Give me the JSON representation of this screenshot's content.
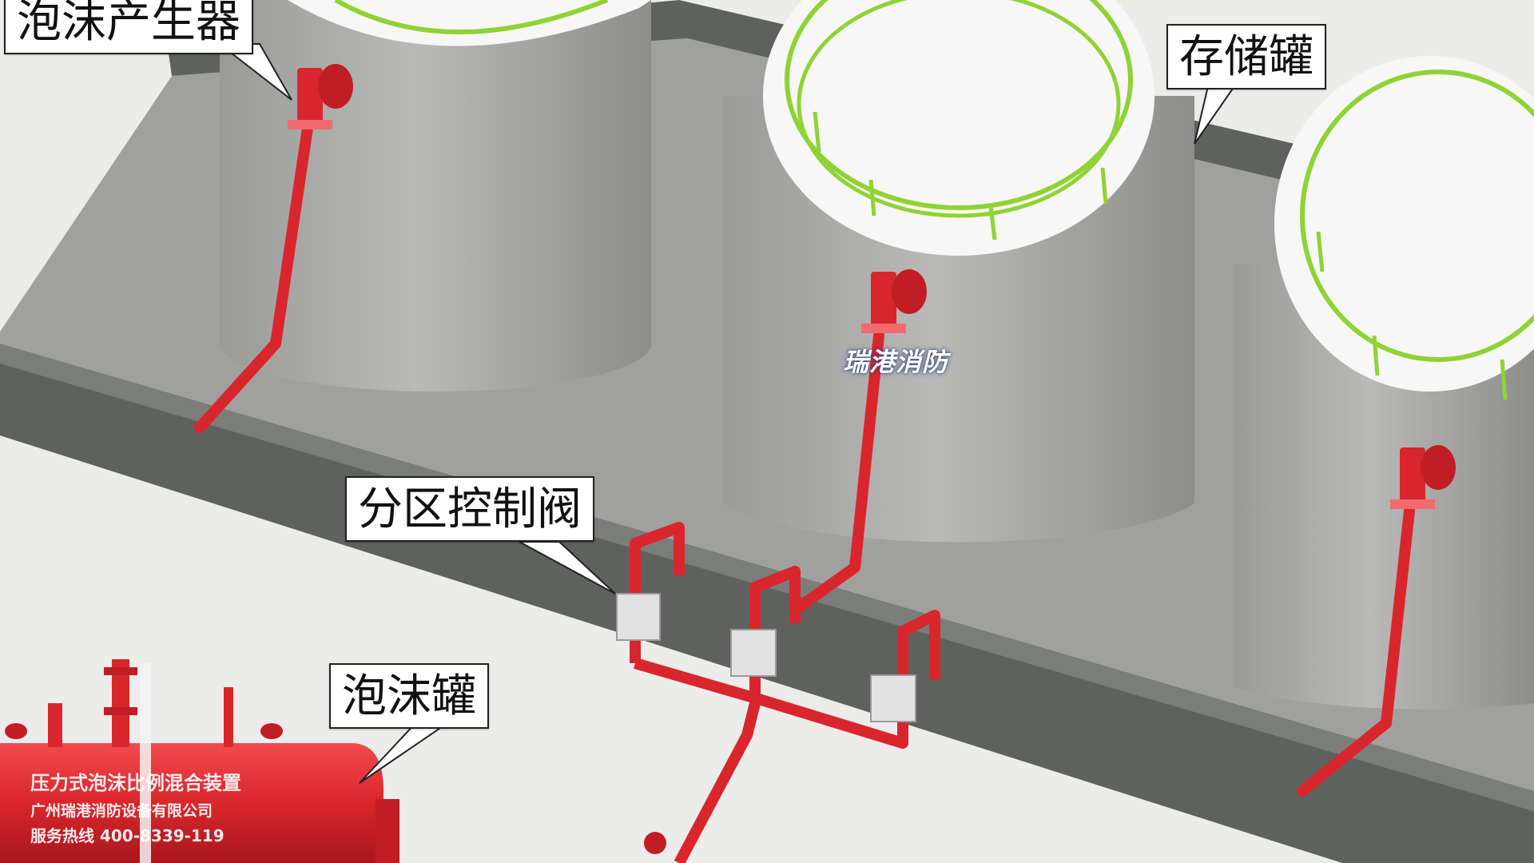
{
  "labels": {
    "foam_generator": "泡沫产生器",
    "storage_tank": "存储罐",
    "zone_control_valve": "分区控制阀",
    "foam_tank": "泡沫罐"
  },
  "watermark": "瑞港消防",
  "foam_tank_print": {
    "line1": "压力式泡沫比例混合装置",
    "line2": "广州瑞港消防设备有限公司",
    "line3": "服务热线 400-8339-119"
  },
  "colors": {
    "pipe_red": "#d9262c",
    "tank_gray": "#a9aaa8",
    "tank_top": "#f7f7f7",
    "railing_green": "#8fd334",
    "floor_gray": "#a0a19e",
    "wall_dark": "#5f615e",
    "background": "#ececea",
    "valve_box": "#e2e2e2"
  }
}
